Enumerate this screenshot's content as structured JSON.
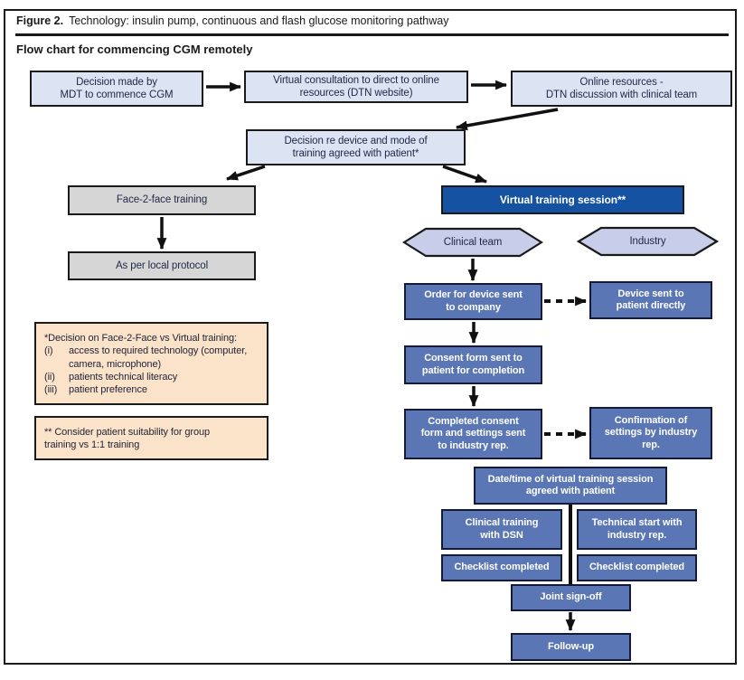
{
  "figure": {
    "label": "Figure 2.",
    "title": "Technology: insulin pump, continuous and flash glucose monitoring pathway",
    "subtitle": "Flow chart for commencing CGM remotely"
  },
  "colors": {
    "light_box": "#dce3f3",
    "gray_box": "#d6d6d6",
    "dark_blue_box": "#1552a1",
    "mid_blue_box": "#5b76b4",
    "hexagon": "#c8cdea",
    "note_box": "#fbe3ca"
  },
  "nodes": {
    "decision_mdt": "Decision made by\nMDT to commence CGM",
    "virtual_consultation": "Virtual consultation to direct to online\nresources (DTN website)",
    "online_resources": "Online resources -\nDTN discussion with clinical team",
    "decision_device": "Decision re device and mode of\ntraining agreed with patient*",
    "face_to_face_training": "Face-2-face training",
    "as_per_local_protocol": "As per local protocol",
    "virtual_training_session": "Virtual training session**",
    "clinical_team": "Clinical team",
    "industry": "Industry",
    "order_for_device": "Order for device sent\nto company",
    "device_sent": "Device sent to\npatient directly",
    "consent_form": "Consent form sent to\npatient for completion",
    "completed_consent": "Completed consent\nform and settings sent\nto industry rep.",
    "confirmation_settings": "Confirmation of\nsettings by industry\nrep.",
    "datetime_agreed": "Date/time of virtual training session\nagreed with patient",
    "clinical_training_dsn": "Clinical training\nwith DSN",
    "technical_start": "Technical start with\nindustry rep.",
    "checklist_completed_left": "Checklist completed",
    "checklist_completed_right": "Checklist completed",
    "joint_signoff": "Joint sign-off",
    "follow_up": "Follow-up"
  },
  "notes": {
    "decision_note": {
      "title": "*Decision on Face-2-Face vs Virtual training:",
      "items": [
        {
          "marker": "(i)",
          "text": "access to required technology (computer,\ncamera, microphone)"
        },
        {
          "marker": "(ii)",
          "text": "patients technical literacy"
        },
        {
          "marker": "(iii)",
          "text": "patient preference"
        }
      ]
    },
    "group_note": "** Consider patient suitability for group\ntraining vs 1:1 training"
  }
}
